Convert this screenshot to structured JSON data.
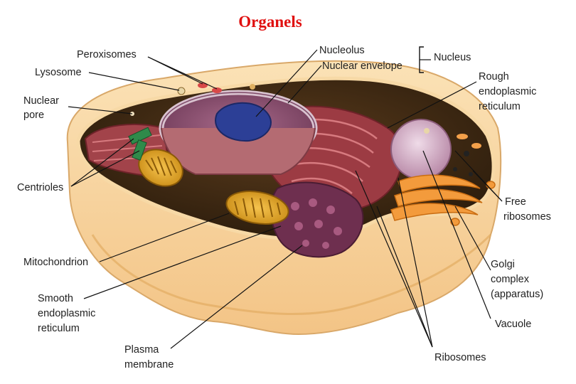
{
  "title": "Organels",
  "labels": {
    "peroxisomes": "Peroxisomes",
    "lysosome": "Lysosome",
    "nuclear_pore_1": "Nuclear",
    "nuclear_pore_2": "pore",
    "centrioles": "Centrioles",
    "mitochondrion": "Mitochondrion",
    "smooth_er_1": "Smooth",
    "smooth_er_2": "endoplasmic",
    "smooth_er_3": "reticulum",
    "plasma_membrane_1": "Plasma",
    "plasma_membrane_2": "membrane",
    "nucleolus": "Nucleolus",
    "nuclear_envelope": "Nuclear envelope",
    "nucleus": "Nucleus",
    "rough_er_1": "Rough",
    "rough_er_2": "endoplasmic",
    "rough_er_3": "reticulum",
    "free_ribosomes_1": "Free",
    "free_ribosomes_2": "ribosomes",
    "golgi_1": "Golgi",
    "golgi_2": "complex",
    "golgi_3": "(apparatus)",
    "vacuole": "Vacuole",
    "ribosomes": "Ribosomes"
  }
}
